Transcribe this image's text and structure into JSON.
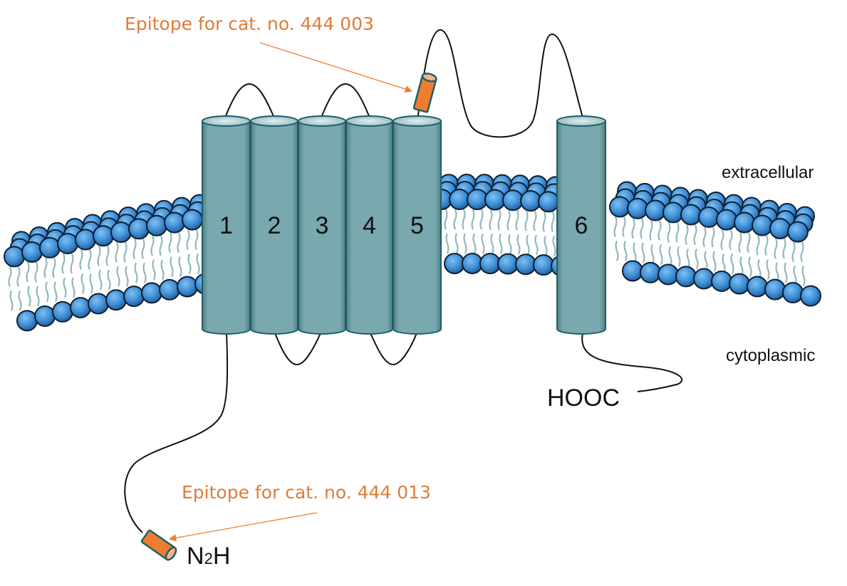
{
  "diagram": {
    "title": "Transmembrane protein topology with six helices",
    "colors": {
      "helix_fill": "#79a8ae",
      "helix_stroke": "#1f5f66",
      "lipid_head": "#3f8fd6",
      "lipid_tail": "#8fb8bd",
      "epitope_fill": "#ed7d31",
      "epitope_label": "#e07b39",
      "loop_line": "#111111"
    },
    "helices": [
      {
        "id": "1",
        "label": "1"
      },
      {
        "id": "2",
        "label": "2"
      },
      {
        "id": "3",
        "label": "3"
      },
      {
        "id": "4",
        "label": "4"
      },
      {
        "id": "5",
        "label": "5"
      },
      {
        "id": "6",
        "label": "6"
      }
    ],
    "regions": {
      "extracellular": "extracellular",
      "cytoplasmic": "cytoplasmic"
    },
    "termini": {
      "n_terminus_main": "N",
      "n_terminus_sub": "2",
      "n_terminus_end": "H",
      "c_terminus": "HOOC"
    },
    "epitopes": [
      {
        "label": "Epitope for cat. no. 444 003",
        "location": "extracellular loop after helix 5"
      },
      {
        "label": "Epitope for cat. no. 444 013",
        "location": "N-terminal cytoplasmic tail"
      }
    ]
  }
}
